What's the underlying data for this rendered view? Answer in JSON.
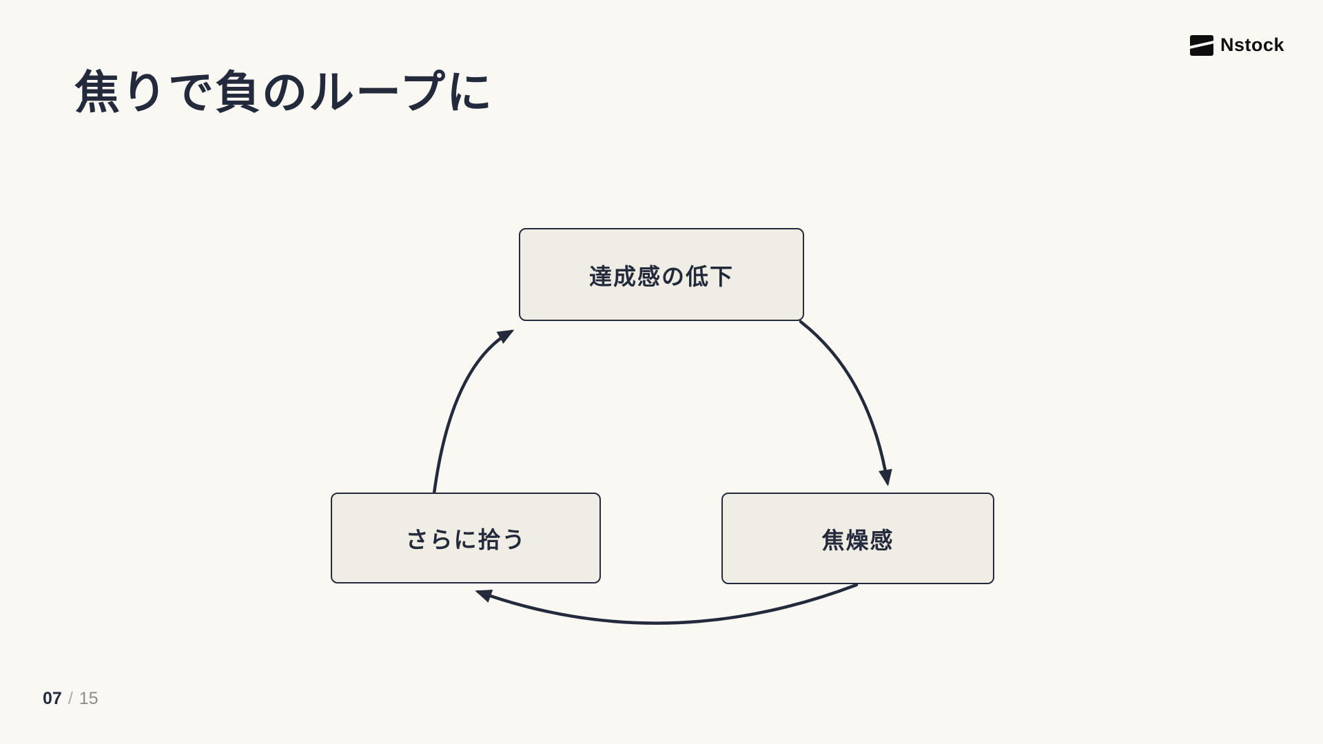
{
  "slide": {
    "title": "焦りで負のループに"
  },
  "logo": {
    "text": "Nstock",
    "icon": "nstock-logo-mark"
  },
  "diagram": {
    "type": "cycle",
    "nodes": [
      {
        "id": "top",
        "label": "達成感の低下"
      },
      {
        "id": "bottom-right",
        "label": "焦燥感"
      },
      {
        "id": "bottom-left",
        "label": "さらに拾う"
      }
    ],
    "edges": [
      {
        "from": "top",
        "to": "bottom-right"
      },
      {
        "from": "bottom-right",
        "to": "bottom-left"
      },
      {
        "from": "bottom-left",
        "to": "top"
      }
    ],
    "node_fill": "#F0EDE4",
    "line_color": "#232A3C"
  },
  "footer": {
    "page_current": "07",
    "page_separator": "/",
    "page_total": "15"
  },
  "colors": {
    "background": "#FAF8F2",
    "text_primary": "#232A3C",
    "muted_gray": "#8E8C86",
    "logo_black": "#0E0E0E"
  }
}
